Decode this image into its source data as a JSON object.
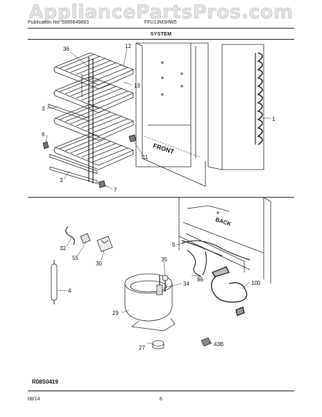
{
  "watermark": "AppliancePartsPros.com",
  "header": {
    "publication": "Publication No: 5995649893",
    "model": "FFU13M3HW5"
  },
  "section_title": "SYSTEM",
  "diagram_labels": {
    "front": "FRONT",
    "back": "BACK"
  },
  "callouts": [
    "36",
    "12",
    "13",
    "3",
    "6",
    "11",
    "3",
    "7",
    "1",
    "32",
    "55",
    "30",
    "35",
    "4",
    "34",
    "29",
    "27",
    "5",
    "86",
    "100",
    "43B"
  ],
  "reference_code": "R08S0419",
  "footer": {
    "date": "08/14",
    "page": "6"
  }
}
